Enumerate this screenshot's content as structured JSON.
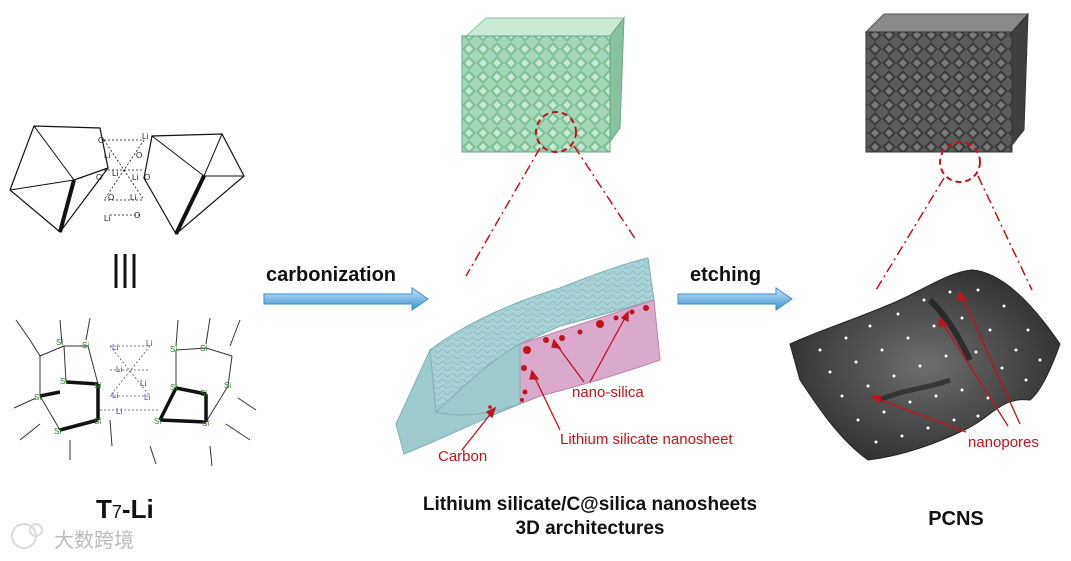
{
  "left": {
    "caption_main": "T",
    "caption_sub": "7",
    "caption_tail": "-Li",
    "si_label": "Si",
    "li_label": "Li",
    "o_label": "O"
  },
  "steps": {
    "step1": "carbonization",
    "step2": "etching"
  },
  "middle": {
    "caption_line1": "Lithium silicate/C@silica nanosheets",
    "caption_line2": "3D architectures",
    "label_nano_silica": "nano-silica",
    "label_nanosheet": "Lithium silicate nanosheet",
    "label_carbon": "Carbon"
  },
  "right": {
    "caption": "PCNS",
    "label_nanopores": "nanopores"
  },
  "watermark": "大数跨境",
  "colors": {
    "green_cube": "#9fd4b4",
    "gray_cube": "#5a5a5a",
    "sheet_blue": "#a9d3d6",
    "sheet_pink": "#dba9cc",
    "red": "#c0141c",
    "arrow_blue": "#5fa9de"
  }
}
